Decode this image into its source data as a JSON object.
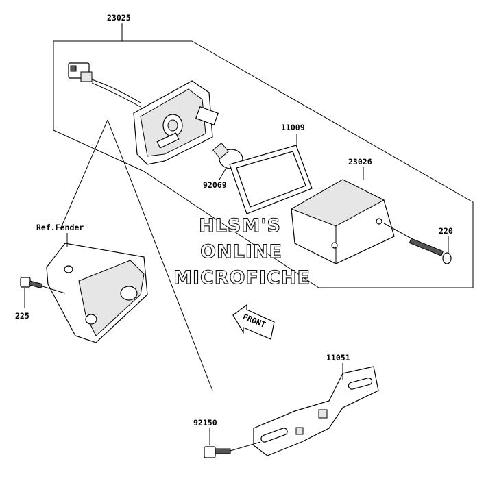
{
  "parts": {
    "p23025": "23025",
    "p11009": "11009",
    "p23026": "23026",
    "p92069": "92069",
    "p220": "220",
    "ref_fender": "Ref.Fender",
    "p225": "225",
    "p11051": "11051",
    "p92150": "92150"
  },
  "front_arrow": "FRONT",
  "watermark": {
    "line1": "HLSM'S",
    "line2": "ONLINE",
    "line3": "MICROFICHE"
  }
}
